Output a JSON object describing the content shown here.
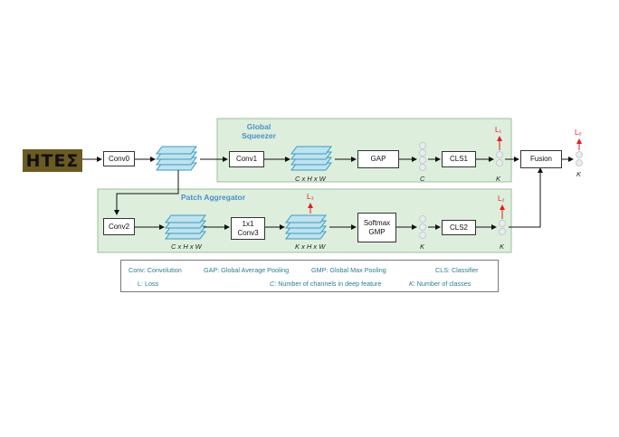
{
  "input_image": {
    "text": "HTEΣ"
  },
  "blocks": {
    "conv0": "Conv0",
    "conv1": "Conv1",
    "gap": "GAP",
    "cls1": "CLS1",
    "fusion": "Fusion",
    "conv2": "Conv2",
    "conv3": "1x1\nConv3",
    "softmax_gmp": "Softmax\nGMP",
    "cls2": "CLS2"
  },
  "panels": {
    "global_squeezer": "Global\nSqueezer",
    "patch_aggregator": "Patch Aggregator"
  },
  "dimensions": {
    "top_feature": "C x H x W",
    "top_c": "C",
    "top_k": "K",
    "bot_feature1": "C x H x W",
    "bot_feature2": "K x H x W",
    "bot_k1": "K",
    "bot_k2": "K",
    "out_k": "K"
  },
  "losses": {
    "l1": "L₁",
    "l3": "L₃",
    "l2": "L₂",
    "lout": "Lₒ"
  },
  "legend": {
    "conv": "Conv: Convolution",
    "gap": "GAP: Global Average Pooling",
    "gmp": "GMP: Global Max Pooling",
    "cls": "CLS: Classifier",
    "loss": "L: Loss",
    "c_prefix": "C",
    "c_text": ": Number of channels in deep feature",
    "k_prefix": "K",
    "k_text": ": Number of classes"
  },
  "colors": {
    "panel_fill": "#ddeedd",
    "panel_border": "#9cbf9c",
    "layer_fill": "#bfe3ee",
    "layer_stroke": "#3a9bc1",
    "loss_red": "#e0201b",
    "title_blue": "#4a90c8",
    "legend_teal": "#2c7d8e"
  }
}
